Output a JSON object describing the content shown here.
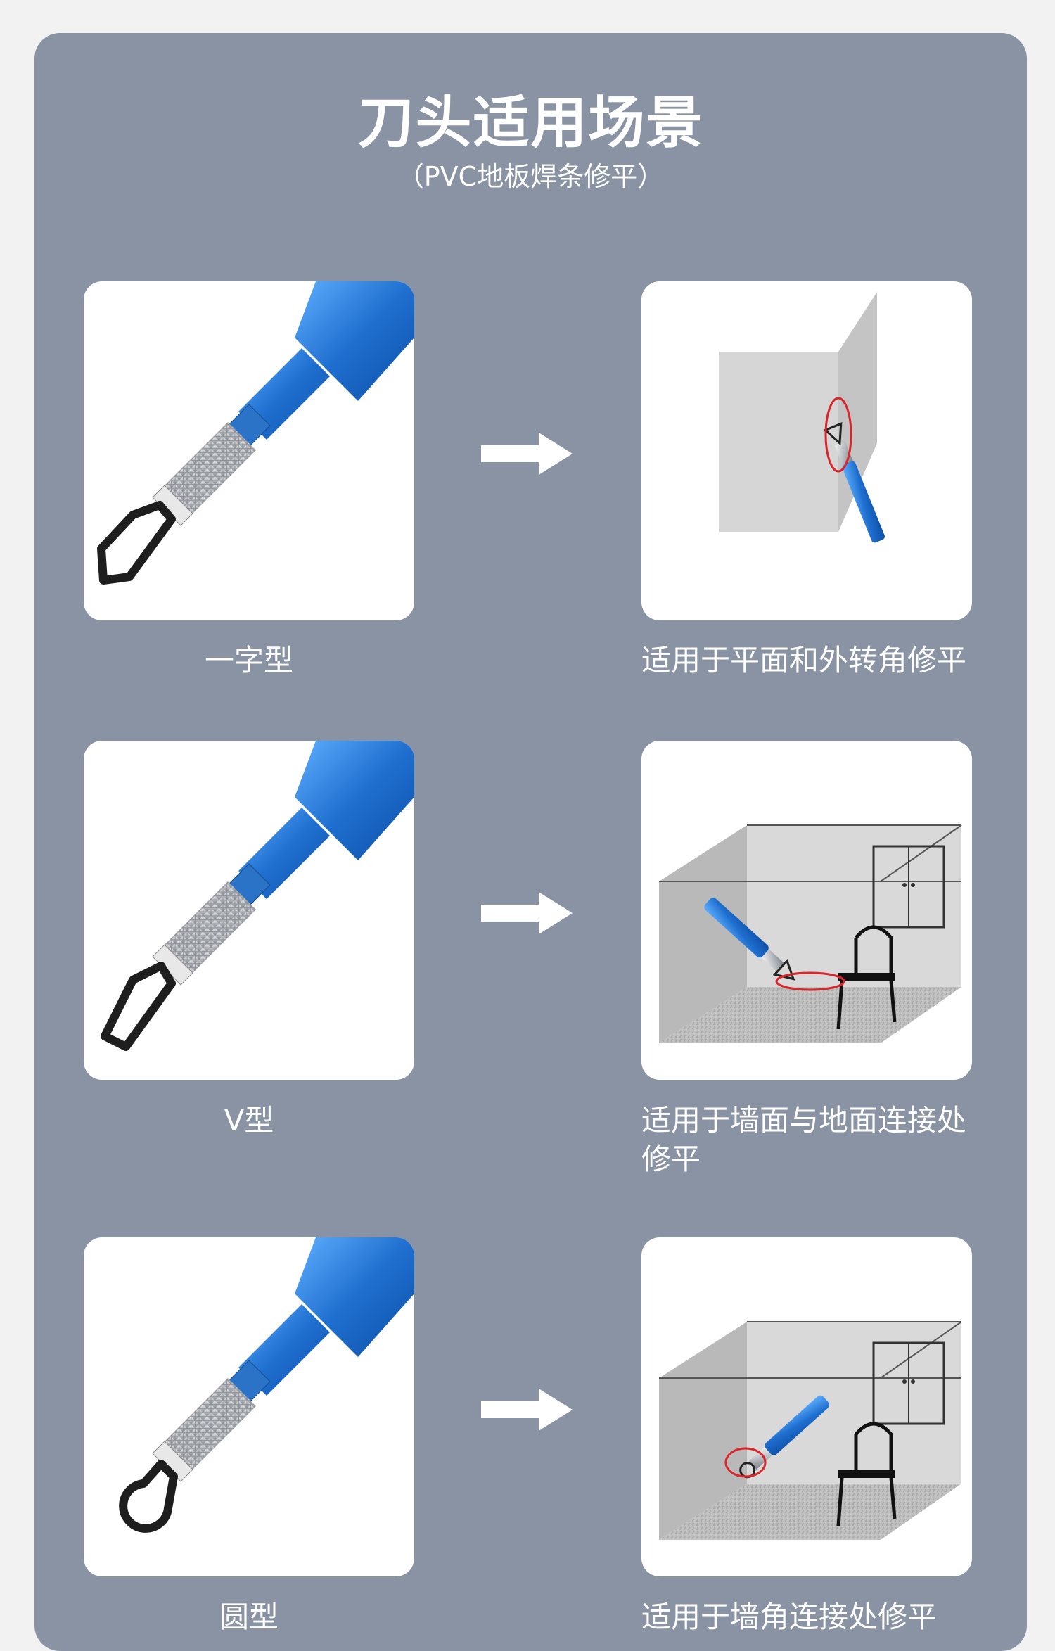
{
  "title": "刀头适用场景",
  "subtitle": "（PVC地板焊条修平）",
  "rows": [
    {
      "tool_label": "一字型",
      "scene_label": "适用于平面和外转角修平"
    },
    {
      "tool_label": "V型",
      "scene_label": "适用于墙面与地面连接处修平"
    },
    {
      "tool_label": "圆型",
      "scene_label": "适用于墙角连接处修平"
    }
  ],
  "colors": {
    "panel": "#8a93a3",
    "tool_blue": "#2f7fd6",
    "highlight_circle": "#d9262b"
  }
}
